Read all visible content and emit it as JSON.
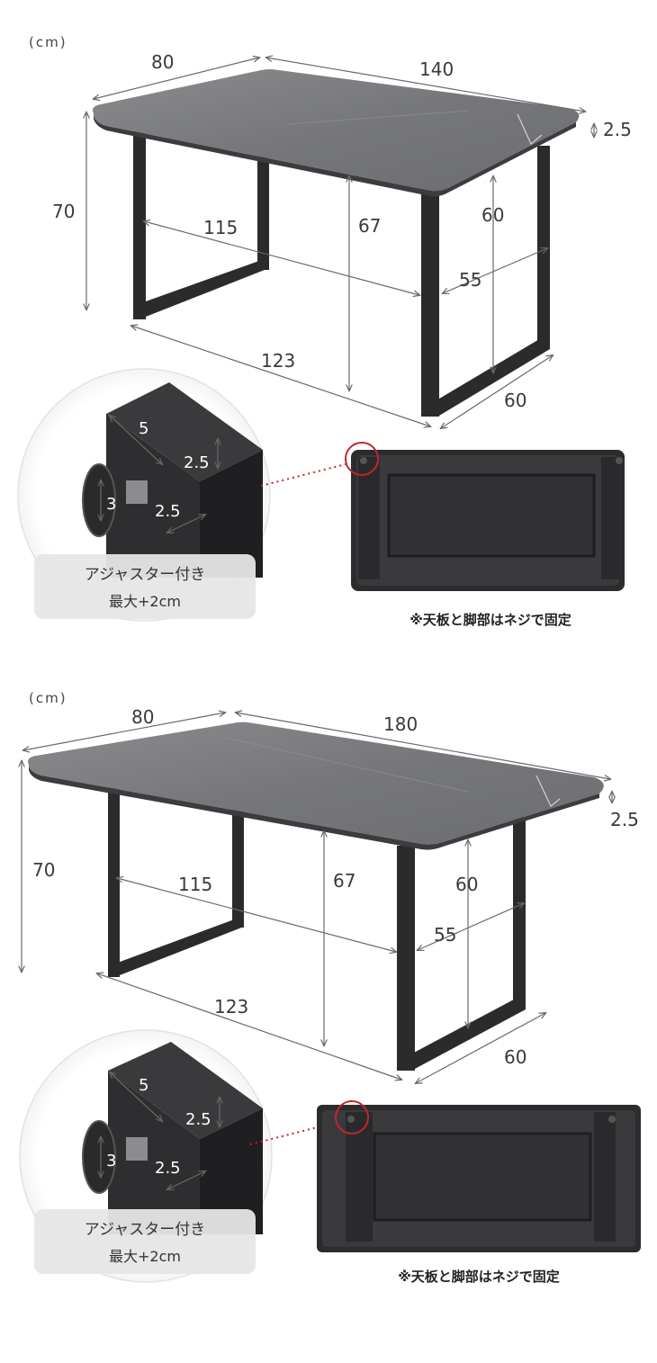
{
  "products": [
    {
      "unit": "(cm)",
      "depth": "80",
      "width": "140",
      "height": "70",
      "top_thickness": "2.5",
      "leg_inner_span": "115",
      "leg_clearance": "67",
      "leg_frame_height": "60",
      "leg_inner_depth": "55",
      "leg_outer_span": "123",
      "leg_depth": "60",
      "adjuster": {
        "leg_width": "5",
        "leg_thickness": "2.5",
        "leg_side": "2.5",
        "adjuster_size": "3",
        "label_line1": "アジャスター付き",
        "label_line2": "最大+2cm"
      },
      "note": "※天板と脚部はネジで固定"
    },
    {
      "unit": "(cm)",
      "depth": "80",
      "width": "180",
      "height": "70",
      "top_thickness": "2.5",
      "leg_inner_span": "115",
      "leg_clearance": "67",
      "leg_frame_height": "60",
      "leg_inner_depth": "55",
      "leg_outer_span": "123",
      "leg_depth": "60",
      "adjuster": {
        "leg_width": "5",
        "leg_thickness": "2.5",
        "leg_side": "2.5",
        "adjuster_size": "3",
        "label_line1": "アジャスター付き",
        "label_line2": "最大+2cm"
      },
      "note": "※天板と脚部はネジで固定"
    }
  ],
  "colors": {
    "tabletop": "#7a7b7d",
    "tabletop_edge": "#3c3c3e",
    "leg": "#2b2b2d",
    "dimension_line": "#6a6a6a",
    "highlight_circle": "#c0262d",
    "badge_bg": "#e6e6e6"
  }
}
